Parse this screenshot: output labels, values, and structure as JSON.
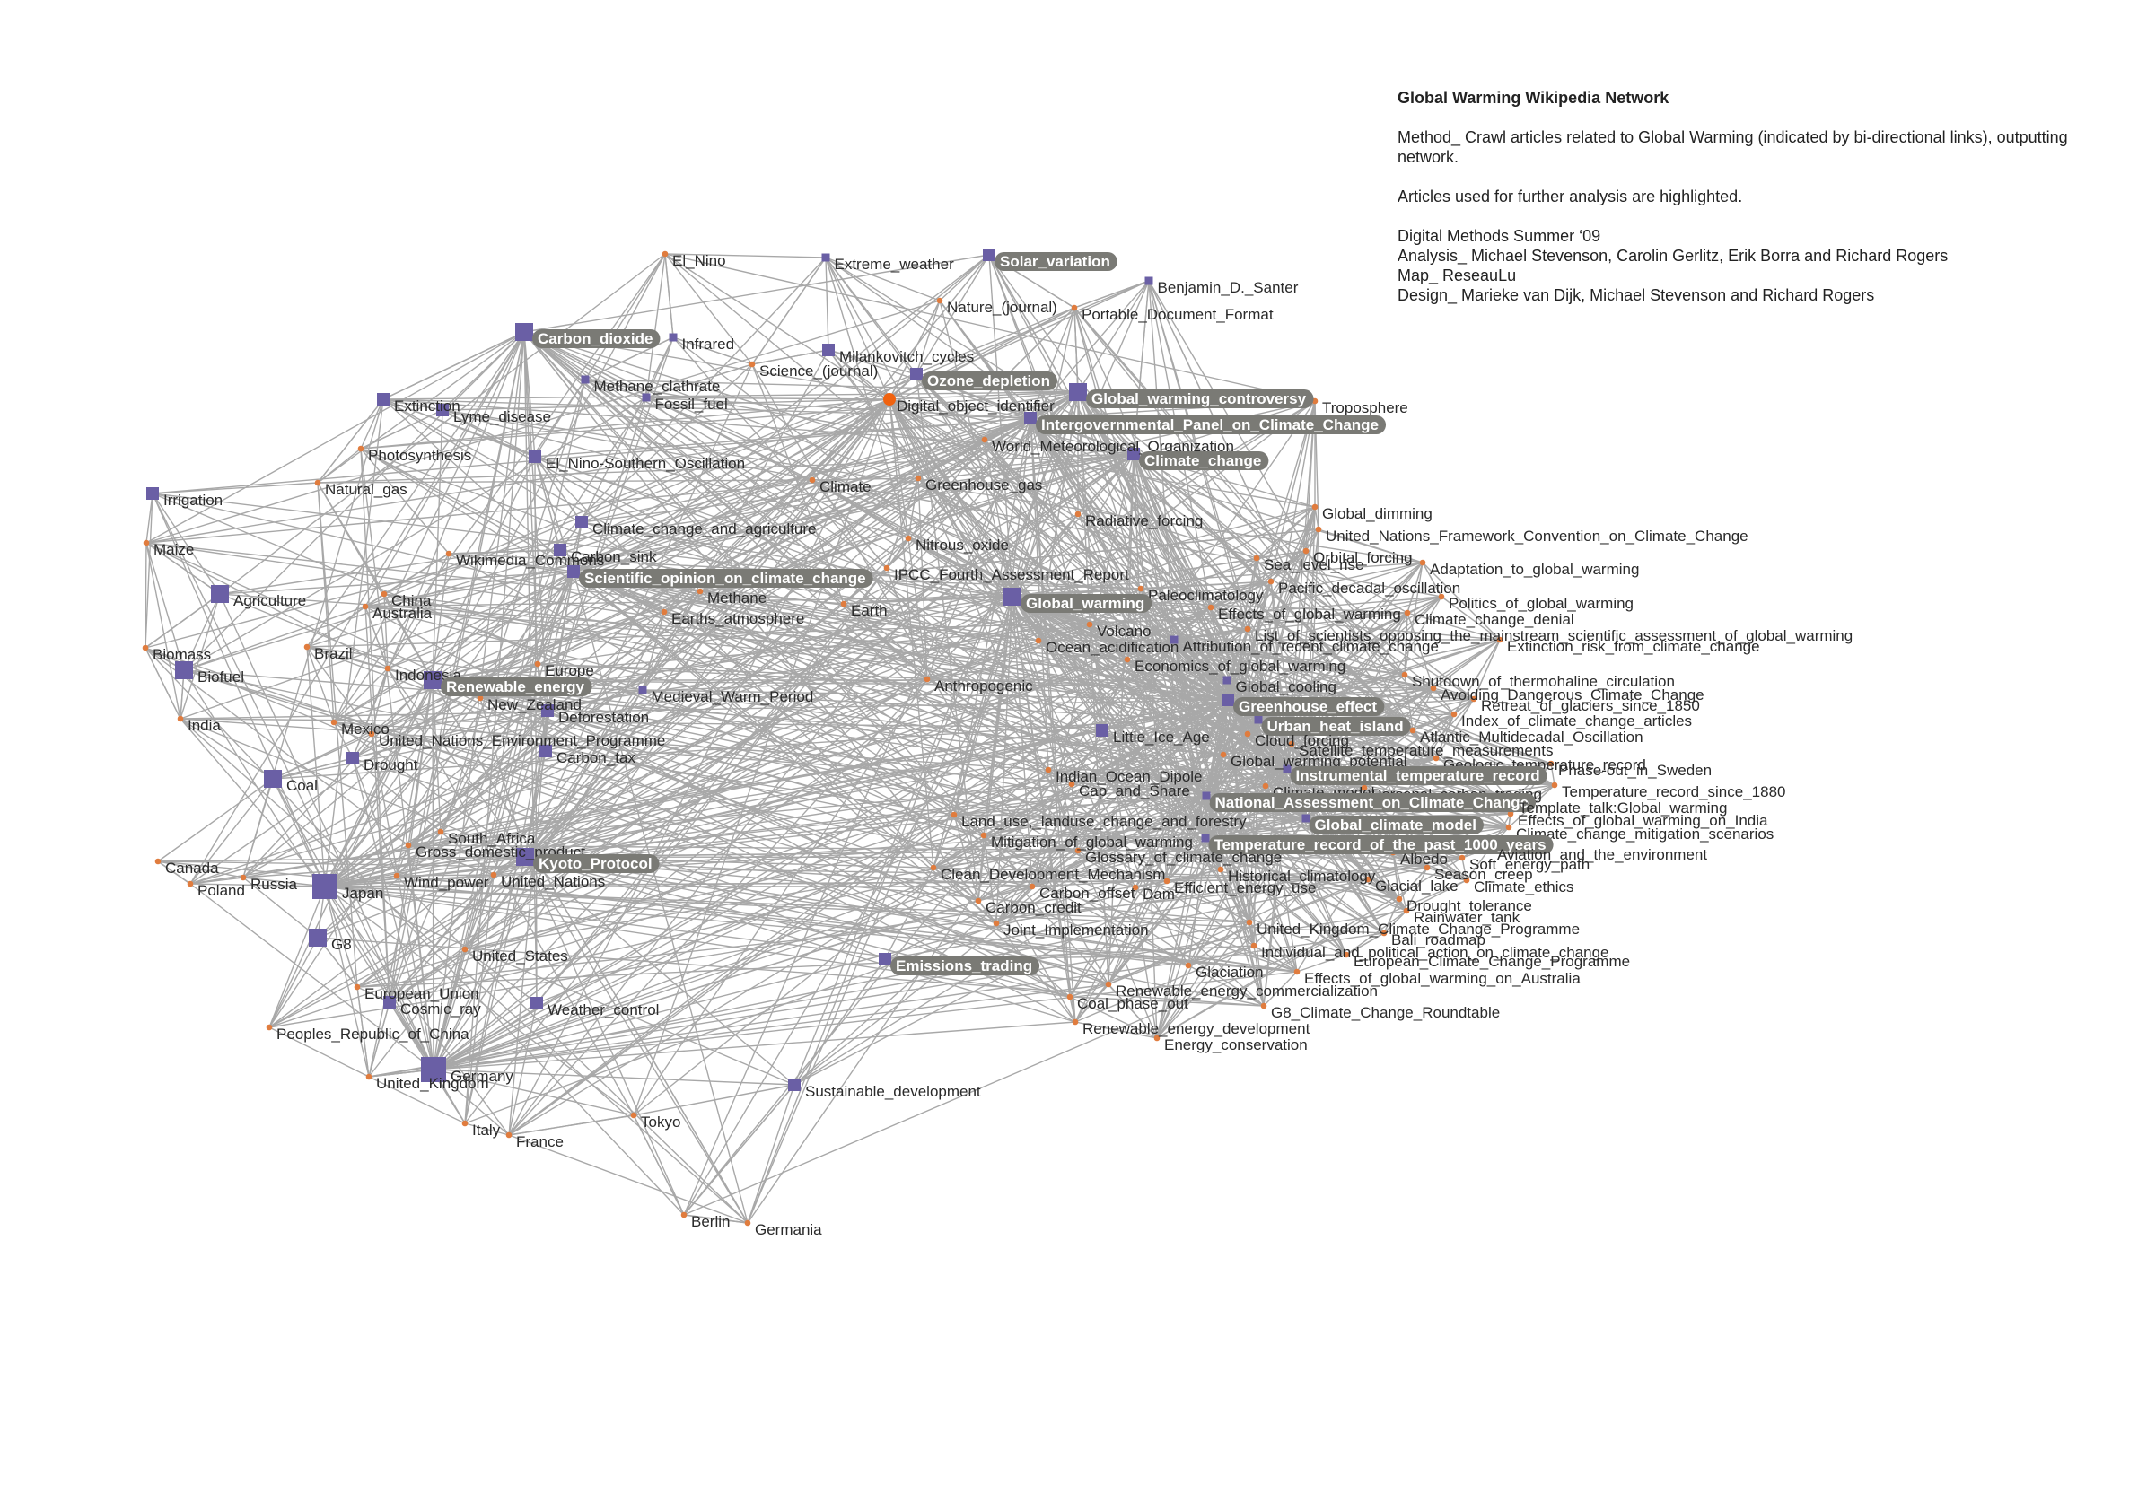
{
  "title": "Global Warming Wikipedia Network",
  "method": "Method_ Crawl articles related to Global Warming (indicated by bi-directional links), outputting network.",
  "highlight_note": "Articles used for further analysis are highlighted.",
  "credits": [
    "Digital Methods Summer ‘09",
    "Analysis_ Michael Stevenson, Carolin Gerlitz, Erik Borra and Richard Rogers",
    "Map_ ReseauLu",
    "Design_ Marieke van Dijk, Michael Stevenson and Richard Rogers"
  ],
  "colors": {
    "edge": "#a8a8a8",
    "article": "#6a5fa5",
    "node": "#e07c3e",
    "hub": "#f0620f",
    "label_bg": "#7a7a75",
    "text": "#2a2a2a"
  },
  "nodes": [
    {
      "label": "El_Nino",
      "type": "dot"
    },
    {
      "label": "Extreme_weather",
      "type": "square",
      "size": "s"
    },
    {
      "label": "Solar_variation",
      "type": "square",
      "size": "m",
      "hl": true
    },
    {
      "label": "Benjamin_D._Santer",
      "type": "square",
      "size": "s"
    },
    {
      "label": "Nature_(journal)",
      "type": "dot"
    },
    {
      "label": "Portable_Document_Format",
      "type": "dot"
    },
    {
      "label": "Carbon_dioxide",
      "type": "square",
      "size": "l",
      "hl": true
    },
    {
      "label": "Infrared",
      "type": "square",
      "size": "s"
    },
    {
      "label": "Milankovitch_cycles",
      "type": "square",
      "size": "m"
    },
    {
      "label": "Science_(journal)",
      "type": "dot"
    },
    {
      "label": "Ozone_depletion",
      "type": "square",
      "size": "m",
      "hl": true
    },
    {
      "label": "Methane_clathrate",
      "type": "square",
      "size": "s"
    },
    {
      "label": "Fossil_fuel",
      "type": "square",
      "size": "s"
    },
    {
      "label": "Global_warming_controversy",
      "type": "square",
      "size": "l",
      "hl": true
    },
    {
      "label": "Troposphere",
      "type": "dot"
    },
    {
      "label": "Digital_object_identifier",
      "type": "hub"
    },
    {
      "label": "Intergovernmental_Panel_on_Climate_Change",
      "type": "square",
      "size": "m",
      "hl": true
    },
    {
      "label": "Extinction",
      "type": "square",
      "size": "m"
    },
    {
      "label": "Lyme_disease",
      "type": "square",
      "size": "m"
    },
    {
      "label": "World_Meteorological_Organization",
      "type": "dot"
    },
    {
      "label": "Climate_change",
      "type": "square",
      "size": "m",
      "hl": true
    },
    {
      "label": "Photosynthesis",
      "type": "dot"
    },
    {
      "label": "El_Nino-Southern_Oscillation",
      "type": "square",
      "size": "m"
    },
    {
      "label": "Irrigation",
      "type": "square",
      "size": "m"
    },
    {
      "label": "Natural_gas",
      "type": "dot"
    },
    {
      "label": "Climate",
      "type": "dot"
    },
    {
      "label": "Greenhouse_gas",
      "type": "dot"
    },
    {
      "label": "Global_dimming",
      "type": "dot"
    },
    {
      "label": "Radiative_forcing",
      "type": "dot"
    },
    {
      "label": "Climate_change_and_agriculture",
      "type": "square",
      "size": "m"
    },
    {
      "label": "United_Nations_Framework_Convention_on_Climate_Change",
      "type": "dot"
    },
    {
      "label": "Nitrous_oxide",
      "type": "dot"
    },
    {
      "label": "Maize",
      "type": "dot"
    },
    {
      "label": "Wikimedia_Commons",
      "type": "dot"
    },
    {
      "label": "Carbon_sink",
      "type": "square",
      "size": "m"
    },
    {
      "label": "Sea_level_rise",
      "type": "dot"
    },
    {
      "label": "Orbital_forcing",
      "type": "dot"
    },
    {
      "label": "Adaptation_to_global_warming",
      "type": "dot"
    },
    {
      "label": "IPCC_Fourth_Assessment_Report",
      "type": "dot"
    },
    {
      "label": "Scientific_opinion_on_climate_change",
      "type": "square",
      "size": "m",
      "hl": true
    },
    {
      "label": "Pacific_decadal_oscillation",
      "type": "dot"
    },
    {
      "label": "Agriculture",
      "type": "square",
      "size": "l"
    },
    {
      "label": "China",
      "type": "dot"
    },
    {
      "label": "Methane",
      "type": "dot"
    },
    {
      "label": "Paleoclimatology",
      "type": "dot"
    },
    {
      "label": "Politics_of_global_warming",
      "type": "dot"
    },
    {
      "label": "Global_warming",
      "type": "square",
      "size": "l",
      "hl": true
    },
    {
      "label": "Australia",
      "type": "dot"
    },
    {
      "label": "Earths_atmosphere",
      "type": "dot"
    },
    {
      "label": "Earth",
      "type": "dot"
    },
    {
      "label": "Effects_of_global_warming",
      "type": "dot"
    },
    {
      "label": "Climate_change_denial",
      "type": "dot"
    },
    {
      "label": "Volcano",
      "type": "dot"
    },
    {
      "label": "List_of_scientists_opposing_the_mainstream_scientific_assessment_of_global_warming",
      "type": "dot"
    },
    {
      "label": "Brazil",
      "type": "dot"
    },
    {
      "label": "Ocean_acidification",
      "type": "dot"
    },
    {
      "label": "Extinction_risk_from_climate_change",
      "type": "dot"
    },
    {
      "label": "Attribution_of_recent_climate_change",
      "type": "square",
      "size": "s"
    },
    {
      "label": "Biomass",
      "type": "dot"
    },
    {
      "label": "Europe",
      "type": "dot"
    },
    {
      "label": "Economics_of_global_warming",
      "type": "dot"
    },
    {
      "label": "Biofuel",
      "type": "square",
      "size": "l"
    },
    {
      "label": "Indonesia",
      "type": "dot"
    },
    {
      "label": "Shutdown_of_thermohaline_circulation",
      "type": "dot"
    },
    {
      "label": "Renewable_energy",
      "type": "square",
      "size": "l",
      "hl": true
    },
    {
      "label": "Anthropogenic",
      "type": "dot"
    },
    {
      "label": "Global_cooling",
      "type": "square",
      "size": "s"
    },
    {
      "label": "Avoiding_Dangerous_Climate_Change",
      "type": "dot"
    },
    {
      "label": "Medieval_Warm_Period",
      "type": "square",
      "size": "s"
    },
    {
      "label": "Retreat_of_glaciers_since_1850",
      "type": "dot"
    },
    {
      "label": "Greenhouse_effect",
      "type": "square",
      "size": "m",
      "hl": true
    },
    {
      "label": "New_Zealand",
      "type": "dot"
    },
    {
      "label": "Index_of_climate_change_articles",
      "type": "dot"
    },
    {
      "label": "India",
      "type": "dot"
    },
    {
      "label": "Deforestation",
      "type": "square",
      "size": "m"
    },
    {
      "label": "Urban_heat_island",
      "type": "square",
      "size": "s",
      "hl": true
    },
    {
      "label": "Mexico",
      "type": "dot"
    },
    {
      "label": "United_Nations_Environment_Programme",
      "type": "dot"
    },
    {
      "label": "Little_Ice_Age",
      "type": "square",
      "size": "m"
    },
    {
      "label": "Cloud_forcing",
      "type": "dot"
    },
    {
      "label": "Atlantic_Multidecadal_Oscillation",
      "type": "dot"
    },
    {
      "label": "Satellite_temperature_measurements",
      "type": "dot"
    },
    {
      "label": "Drought",
      "type": "square",
      "size": "m"
    },
    {
      "label": "Carbon_tax",
      "type": "square",
      "size": "m"
    },
    {
      "label": "Global_warming_potential",
      "type": "dot"
    },
    {
      "label": "Geologic_temperature_record",
      "type": "dot"
    },
    {
      "label": "Indian_Ocean_Dipole",
      "type": "dot"
    },
    {
      "label": "Instrumental_temperature_record",
      "type": "square",
      "size": "s",
      "hl": true
    },
    {
      "label": "Phase-out_in_Sweden",
      "type": "dot"
    },
    {
      "label": "Coal",
      "type": "square",
      "size": "l"
    },
    {
      "label": "Cap_and_Share",
      "type": "dot"
    },
    {
      "label": "Climate_model",
      "type": "dot"
    },
    {
      "label": "Personal_carbon_trading",
      "type": "dot"
    },
    {
      "label": "Temperature_record_since_1880",
      "type": "dot"
    },
    {
      "label": "National_Assessment_on_Climate_Change",
      "type": "square",
      "size": "s",
      "hl": true
    },
    {
      "label": "Template_talk:Global_warming",
      "type": "dot"
    },
    {
      "label": "Land_use,_landuse_change_and_forestry",
      "type": "dot"
    },
    {
      "label": "Effects_of_global_warming_on_India",
      "type": "dot"
    },
    {
      "label": "Global_climate_model",
      "type": "square",
      "size": "s",
      "hl": true
    },
    {
      "label": "Climate_change_mitigation_scenarios",
      "type": "dot"
    },
    {
      "label": "South_Africa",
      "type": "dot"
    },
    {
      "label": "Gross_domestic_product",
      "type": "dot"
    },
    {
      "label": "Mitigation_of_global_warming",
      "type": "dot"
    },
    {
      "label": "Temperature_record_of_the_past_1000_years",
      "type": "square",
      "size": "s",
      "hl": true
    },
    {
      "label": "Aviation_and_the_environment",
      "type": "dot"
    },
    {
      "label": "Kyoto_Protocol",
      "type": "square",
      "size": "l",
      "hl": true
    },
    {
      "label": "Glossary_of_climate_change",
      "type": "dot"
    },
    {
      "label": "Albedo",
      "type": "dot"
    },
    {
      "label": "Soft_energy_path",
      "type": "dot"
    },
    {
      "label": "Canada",
      "type": "dot"
    },
    {
      "label": "Clean_Development_Mechanism",
      "type": "dot"
    },
    {
      "label": "Historical_climatology",
      "type": "dot"
    },
    {
      "label": "Season_creep",
      "type": "dot"
    },
    {
      "label": "Wind_power",
      "type": "dot"
    },
    {
      "label": "United_Nations",
      "type": "dot"
    },
    {
      "label": "Efficient_energy_use",
      "type": "dot"
    },
    {
      "label": "Glacial_lake",
      "type": "dot"
    },
    {
      "label": "Climate_ethics",
      "type": "dot"
    },
    {
      "label": "Japan",
      "type": "square",
      "size": "xl"
    },
    {
      "label": "Russia",
      "type": "dot"
    },
    {
      "label": "Carbon_offset",
      "type": "dot"
    },
    {
      "label": "Dam",
      "type": "dot"
    },
    {
      "label": "Poland",
      "type": "dot"
    },
    {
      "label": "Carbon_credit",
      "type": "dot"
    },
    {
      "label": "Drought_tolerance",
      "type": "dot"
    },
    {
      "label": "Rainwater_tank",
      "type": "dot"
    },
    {
      "label": "Joint_Implementation",
      "type": "dot"
    },
    {
      "label": "United_Kingdom_Climate_Change_Programme",
      "type": "dot"
    },
    {
      "label": "Bali_roadmap",
      "type": "dot"
    },
    {
      "label": "G8",
      "type": "square",
      "size": "l"
    },
    {
      "label": "Individual_and_political_action_on_climate_change",
      "type": "dot"
    },
    {
      "label": "United_States",
      "type": "dot"
    },
    {
      "label": "European_Climate_Change_Programme",
      "type": "dot"
    },
    {
      "label": "Emissions_trading",
      "type": "square",
      "size": "m",
      "hl": true
    },
    {
      "label": "Glaciation",
      "type": "dot"
    },
    {
      "label": "Effects_of_global_warming_on_Australia",
      "type": "dot"
    },
    {
      "label": "European_Union",
      "type": "dot"
    },
    {
      "label": "Renewable_energy_commercialization",
      "type": "dot"
    },
    {
      "label": "Coal_phase_out",
      "type": "dot"
    },
    {
      "label": "G8_Climate_Change_Roundtable",
      "type": "dot"
    },
    {
      "label": "Cosmic_ray",
      "type": "square",
      "size": "m"
    },
    {
      "label": "Weather_control",
      "type": "square",
      "size": "m"
    },
    {
      "label": "Renewable_energy_development",
      "type": "dot"
    },
    {
      "label": "Peoples_Republic_of_China",
      "type": "dot"
    },
    {
      "label": "Energy_conservation",
      "type": "dot"
    },
    {
      "label": "Germany",
      "type": "square",
      "size": "xl"
    },
    {
      "label": "United_Kingdom",
      "type": "dot"
    },
    {
      "label": "Sustainable_development",
      "type": "square",
      "size": "m"
    },
    {
      "label": "Tokyo",
      "type": "dot"
    },
    {
      "label": "Italy",
      "type": "dot"
    },
    {
      "label": "France",
      "type": "dot"
    },
    {
      "label": "Berlin",
      "type": "dot"
    },
    {
      "label": "Germania",
      "type": "dot"
    }
  ]
}
